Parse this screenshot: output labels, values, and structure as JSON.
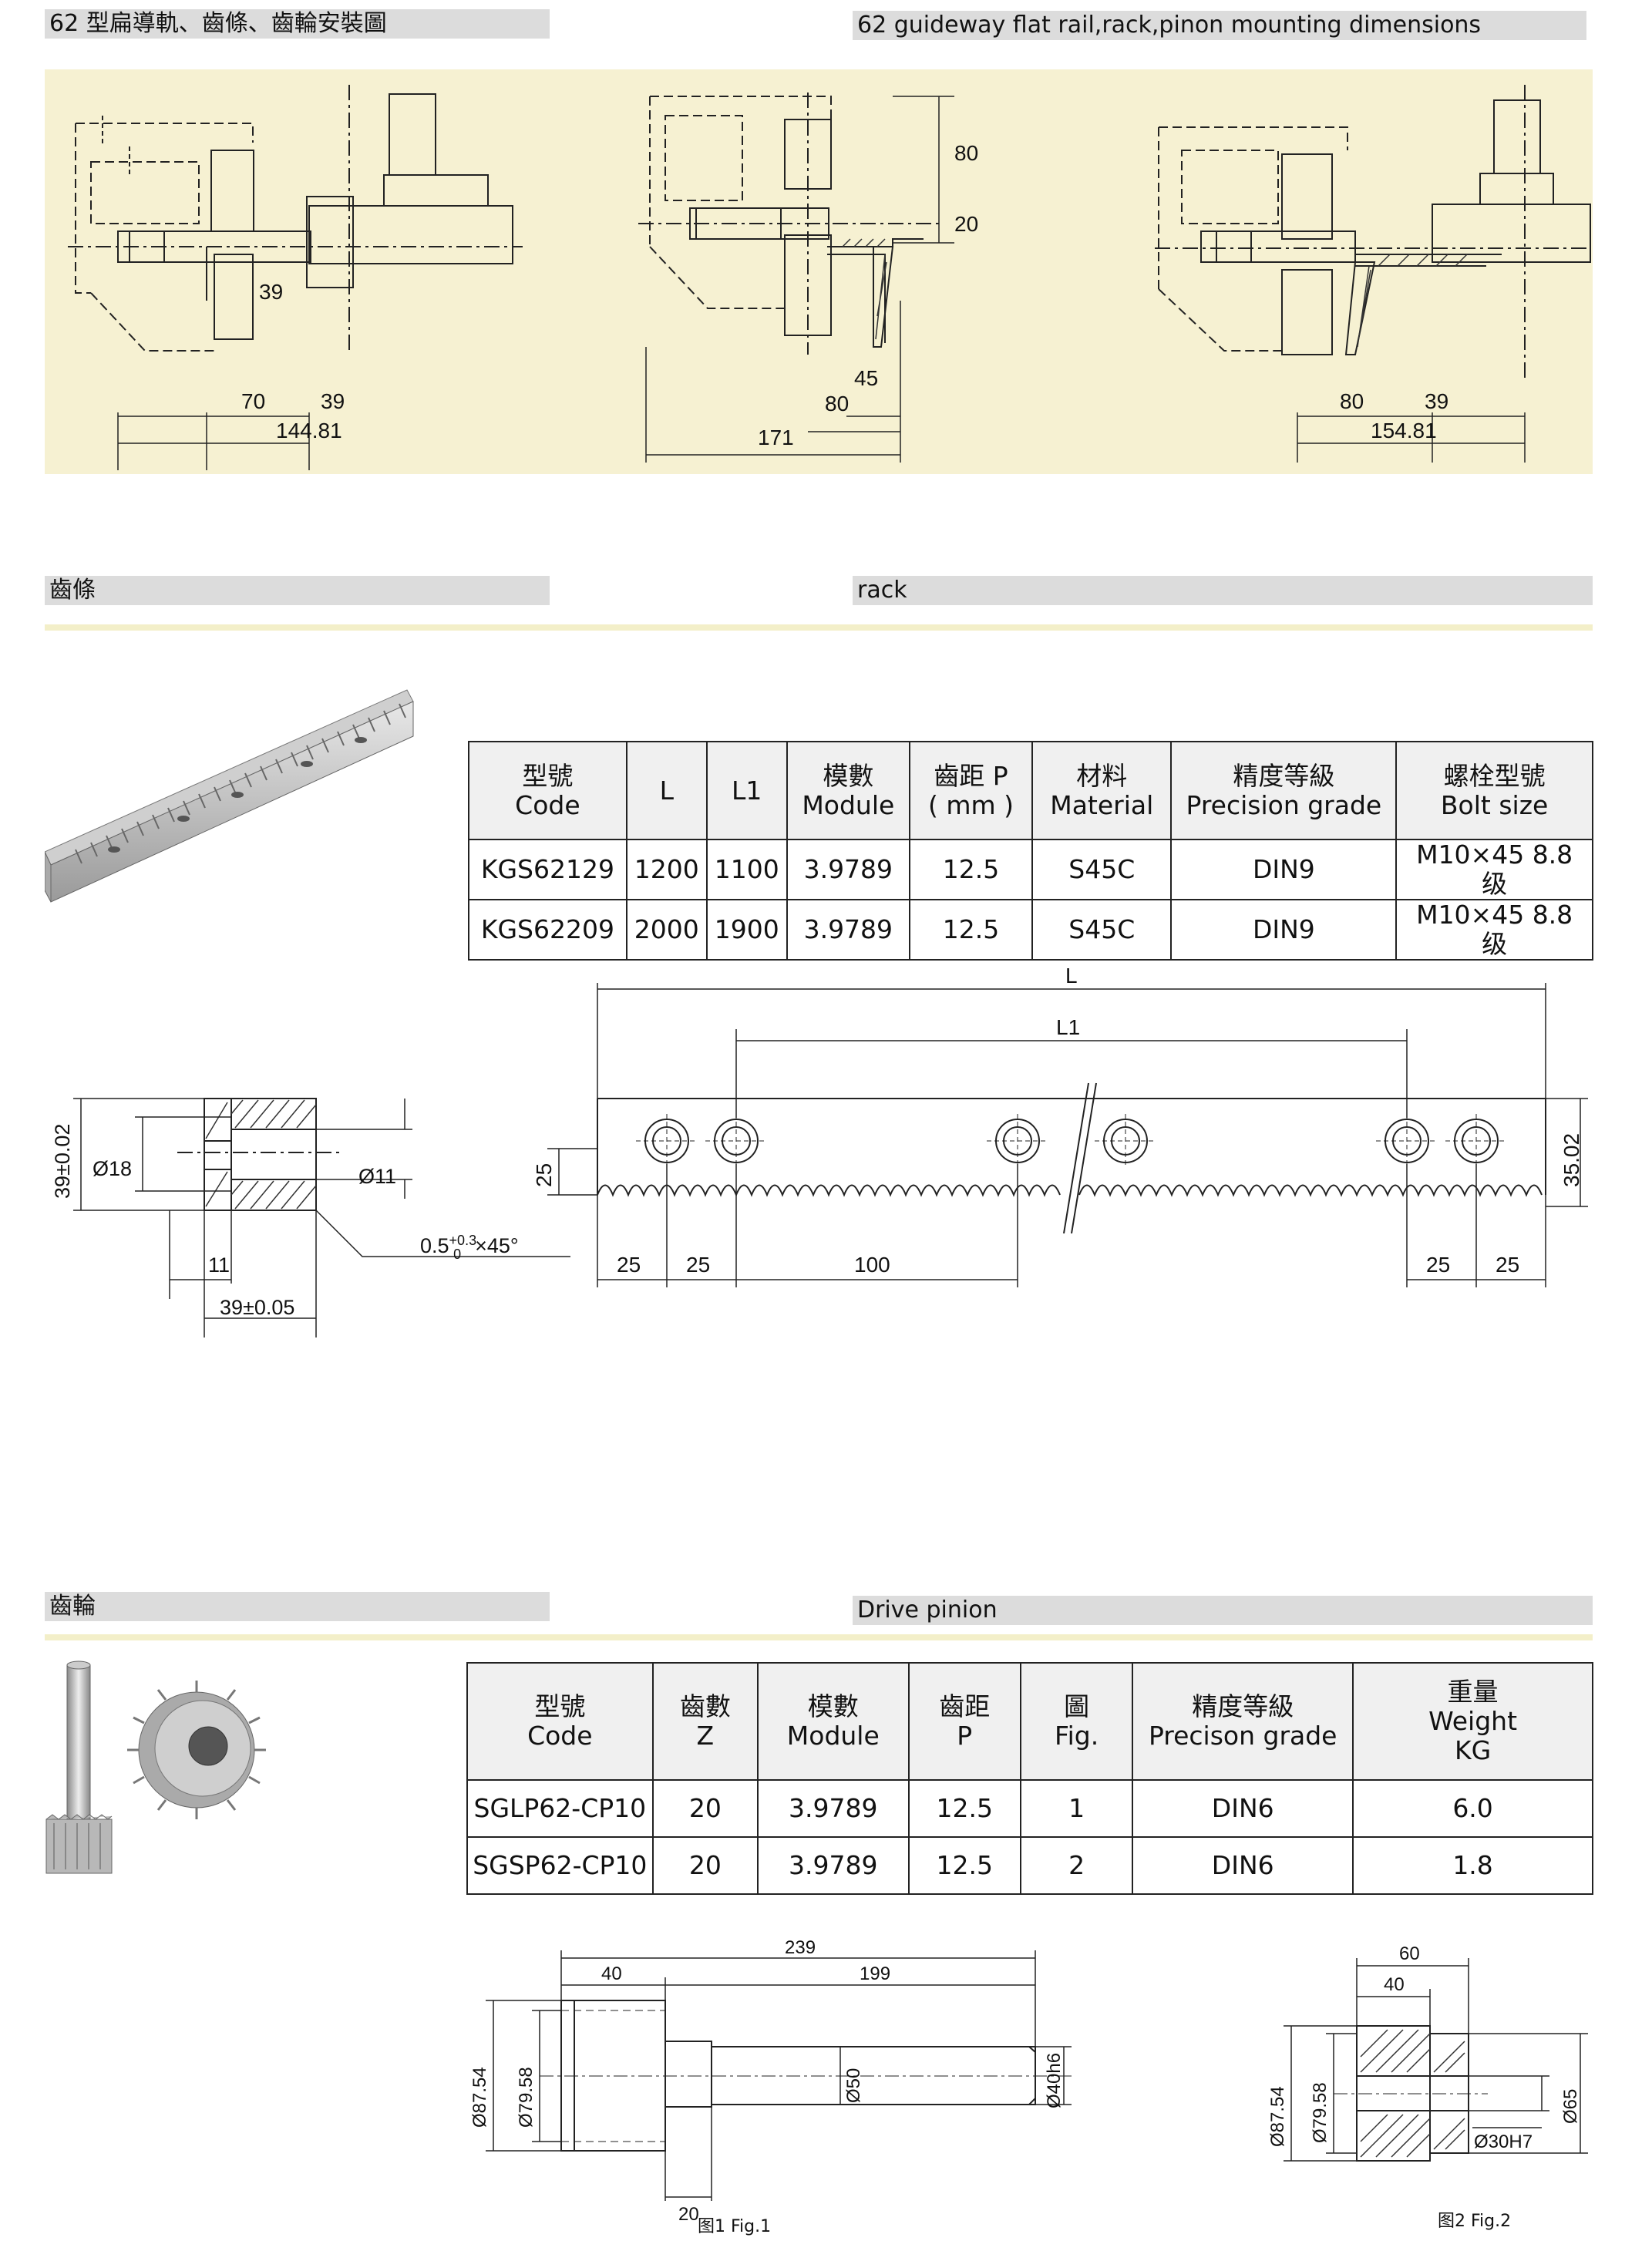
{
  "sections": {
    "mounting": {
      "title_zh": "62 型扁導軌、齒條、齒輪安裝圖",
      "title_en": "62 guideway flat rail,rack,pinon mounting dimensions"
    },
    "rack": {
      "title_zh": "齒條",
      "title_en": "rack"
    },
    "pinion": {
      "title_zh": "齒輪",
      "title_en": "Drive pinion"
    }
  },
  "mounting_dims": {
    "left": {
      "d39": "39",
      "d70": "70",
      "d39b": "39",
      "total": "144.81"
    },
    "middle": {
      "d80": "80",
      "d20": "20",
      "d45": "45",
      "d80b": "80",
      "total": "171"
    },
    "right": {
      "d80": "80",
      "d39": "39",
      "total": "154.81"
    }
  },
  "rack_table": {
    "headers": [
      [
        "型號",
        "Code"
      ],
      [
        "L",
        ""
      ],
      [
        "L1",
        ""
      ],
      [
        "模數",
        "Module"
      ],
      [
        "齒距 P",
        "( mm )"
      ],
      [
        "材料",
        "Material"
      ],
      [
        "精度等級",
        "Precision grade"
      ],
      [
        "螺栓型號",
        "Bolt size"
      ]
    ],
    "rows": [
      [
        "KGS62129",
        "1200",
        "1100",
        "3.9789",
        "12.5",
        "S45C",
        "DIN9",
        "M10×45 8.8 级"
      ],
      [
        "KGS62209",
        "2000",
        "1900",
        "3.9789",
        "12.5",
        "S45C",
        "DIN9",
        "M10×45 8.8 级"
      ]
    ]
  },
  "rack_dims": {
    "L": "L",
    "L1": "L1",
    "h25": "25",
    "h3502": "35.02",
    "b25a": "25",
    "b25b": "25",
    "b100": "100",
    "b25c": "25",
    "b25d": "25",
    "sec_h": "39±0.02",
    "sec_d18": "Ø18",
    "sec_d11": "Ø11",
    "sec_chamfer": "0.5",
    "sec_chamfer_tol": "+0.3",
    "sec_chamfer_low": "0",
    "sec_chamfer_tail": "×45°",
    "sec_w11": "11",
    "sec_w39": "39±0.05"
  },
  "pinion_table": {
    "headers": [
      [
        "型號",
        "Code",
        ""
      ],
      [
        "齒數",
        "Z",
        ""
      ],
      [
        "模數",
        "Module",
        ""
      ],
      [
        "齒距",
        "P",
        ""
      ],
      [
        "圖",
        "Fig.",
        ""
      ],
      [
        "精度等級",
        "Precison grade",
        ""
      ],
      [
        "重量",
        "Weight",
        "KG"
      ]
    ],
    "rows": [
      [
        "SGLP62-CP10",
        "20",
        "3.9789",
        "12.5",
        "1",
        "DIN6",
        "6.0"
      ],
      [
        "SGSP62-CP10",
        "20",
        "3.9789",
        "12.5",
        "2",
        "DIN6",
        "1.8"
      ]
    ]
  },
  "pinion_dims": {
    "fig1": {
      "d239": "239",
      "d40": "40",
      "d199": "199",
      "d20": "20",
      "od": "Ø87.54",
      "pd": "Ø79.58",
      "d50": "Ø50",
      "d40h6": "Ø40h6",
      "caption": "图1 Fig.1"
    },
    "fig2": {
      "d60": "60",
      "d40": "40",
      "od": "Ø87.54",
      "pd": "Ø79.58",
      "bore": "Ø30H7",
      "d65": "Ø65",
      "caption": "图2 Fig.2"
    }
  },
  "colors": {
    "header_bg": "#dcdcdc",
    "panel_bg": "#f6f1d2",
    "line": "#222222",
    "hatch": "#333333"
  }
}
